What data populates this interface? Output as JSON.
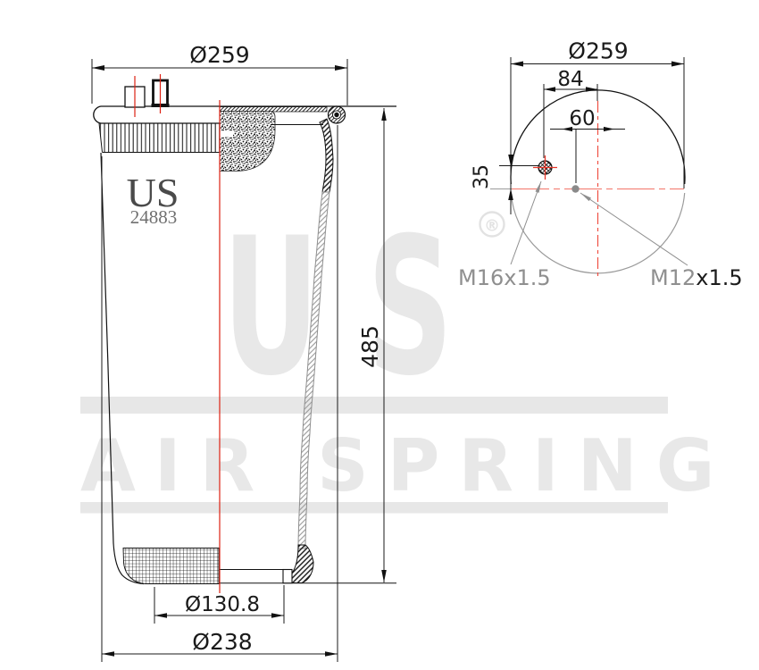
{
  "watermark": {
    "brand": "US",
    "registered": "®",
    "name": "AIR SPRING"
  },
  "part": {
    "brand": "US",
    "number": "24883"
  },
  "side_view": {
    "dim_top_diameter": "Ø259",
    "dim_height": "485",
    "dim_piston_diameter": "Ø130.8",
    "dim_base_diameter": "Ø238"
  },
  "top_view": {
    "dim_outer_diameter": "Ø259",
    "dim_port_offset": "84",
    "dim_stud_offset": "60",
    "dim_port_height": "35",
    "label_air_port": "M16x1.5",
    "label_stud_prefix": "M12",
    "label_stud_suffix": "x1.5"
  },
  "colors": {
    "line": "#1a1a1a",
    "gray": "#8f8f8f",
    "centerline_red": "#dd2113",
    "dashed_red": "#ef5044",
    "dashed_red_light": "#f4857c",
    "watermark": "#e8e8e8"
  }
}
